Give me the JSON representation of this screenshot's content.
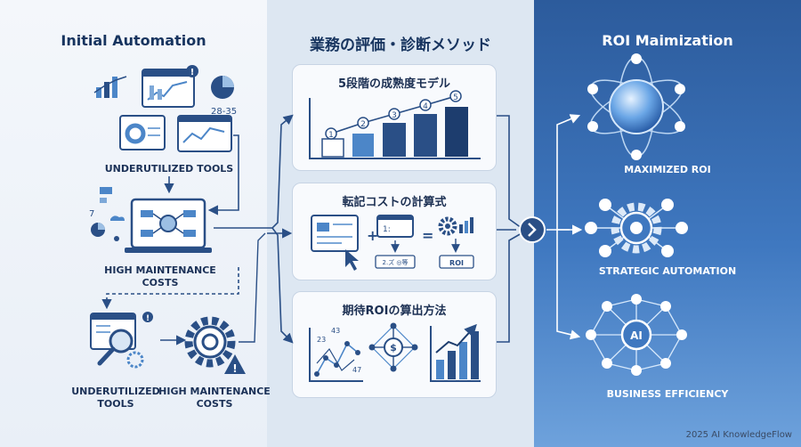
{
  "left": {
    "title": "Initial Automation",
    "labels": {
      "tools_top": "UNDERUTILIZED TOOLS",
      "costs_mid_1": "HIGH MAINTENANCE",
      "costs_mid_2": "COSTS",
      "tools_bottom_1": "UNDERUTILIZED",
      "tools_bottom_2": "TOOLS",
      "costs_bottom_1": "HIGH MAINTENANCE",
      "costs_bottom_2": "COSTS"
    },
    "numbers": {
      "range": "28-35",
      "seven": "7"
    }
  },
  "middle": {
    "title": "業務の評価・診断メソッド",
    "cards": [
      {
        "title": "5段階の成熟度モデル",
        "steps": [
          "1",
          "2",
          "3",
          "4",
          "5"
        ]
      },
      {
        "title": "転記コストの計算式",
        "formula_top": "1:",
        "formula_bottom": "2.ズ ◎等",
        "roi": "ROI"
      },
      {
        "title": "期待ROIの算出方法",
        "points": [
          "23",
          "43",
          "47"
        ]
      }
    ]
  },
  "right": {
    "title": "ROI Maimization",
    "labels": [
      "MAXIMIZED ROI",
      "STRATEGIC AUTOMATION",
      "BUSINESS EFFICIENCY"
    ],
    "ai": "AI"
  },
  "footer": "2025 AI KnowledgeFlow",
  "colors": {
    "primary": "#2a4f86",
    "accent": "#4c86c8",
    "dark": "#17345f"
  }
}
